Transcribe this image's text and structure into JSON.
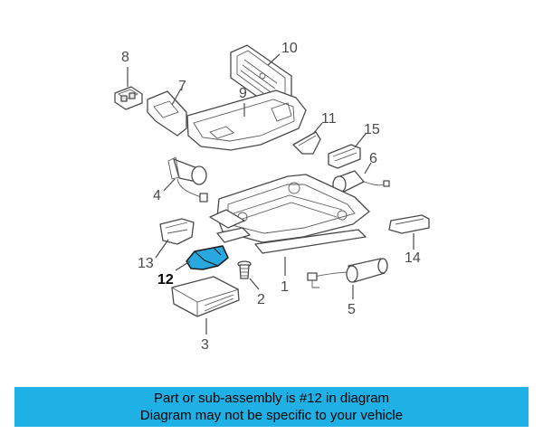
{
  "callouts": {
    "c1": "1",
    "c2": "2",
    "c3": "3",
    "c4": "4",
    "c5": "5",
    "c6": "6",
    "c7": "7",
    "c8": "8",
    "c9": "9",
    "c10": "10",
    "c11": "11",
    "c12": "12",
    "c13": "13",
    "c14": "14",
    "c15": "15"
  },
  "colors": {
    "highlight_part": "#29a8e0",
    "banner_bg": "#1fb1e6"
  },
  "banner": {
    "line1": "Part or sub-assembly is #12 in diagram",
    "line2": "Diagram may not be specific to your vehicle"
  }
}
